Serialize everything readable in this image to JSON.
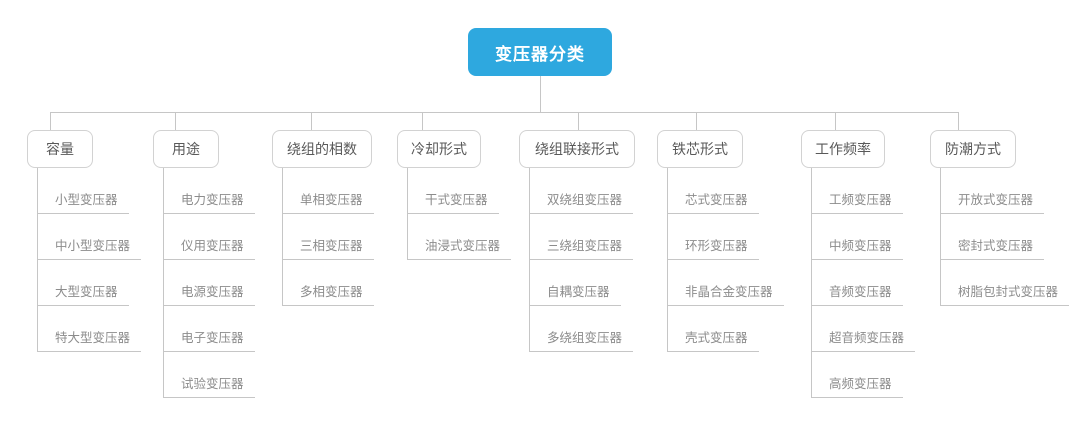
{
  "root": {
    "label": "变压器分类"
  },
  "branches": [
    {
      "label": "容量",
      "children": [
        "小型变压器",
        "中小型变压器",
        "大型变压器",
        "特大型变压器"
      ]
    },
    {
      "label": "用途",
      "children": [
        "电力变压器",
        "仪用变压器",
        "电源变压器",
        "电子变压器",
        "试验变压器"
      ]
    },
    {
      "label": "绕组的相数",
      "children": [
        "单相变压器",
        "三相变压器",
        "多相变压器"
      ]
    },
    {
      "label": "冷却形式",
      "children": [
        "干式变压器",
        "油浸式变压器"
      ]
    },
    {
      "label": "绕组联接形式",
      "children": [
        "双绕组变压器",
        "三绕组变压器",
        "自耦变压器",
        "多绕组变压器"
      ]
    },
    {
      "label": "铁芯形式",
      "children": [
        "芯式变压器",
        "环形变压器",
        "非晶合金变压器",
        "壳式变压器"
      ]
    },
    {
      "label": "工作频率",
      "children": [
        "工频变压器",
        "中频变压器",
        "音频变压器",
        "超音频变压器",
        "高频变压器"
      ]
    },
    {
      "label": "防潮方式",
      "children": [
        "开放式变压器",
        "密封式变压器",
        "树脂包封式变压器"
      ]
    }
  ],
  "colors": {
    "root_background": "#2ea8df",
    "root_text": "#ffffff",
    "connector_line": "#c6c6c6",
    "branch_border": "#d2d2d2",
    "branch_text": "#595959",
    "child_text": "#8c8c8c"
  }
}
